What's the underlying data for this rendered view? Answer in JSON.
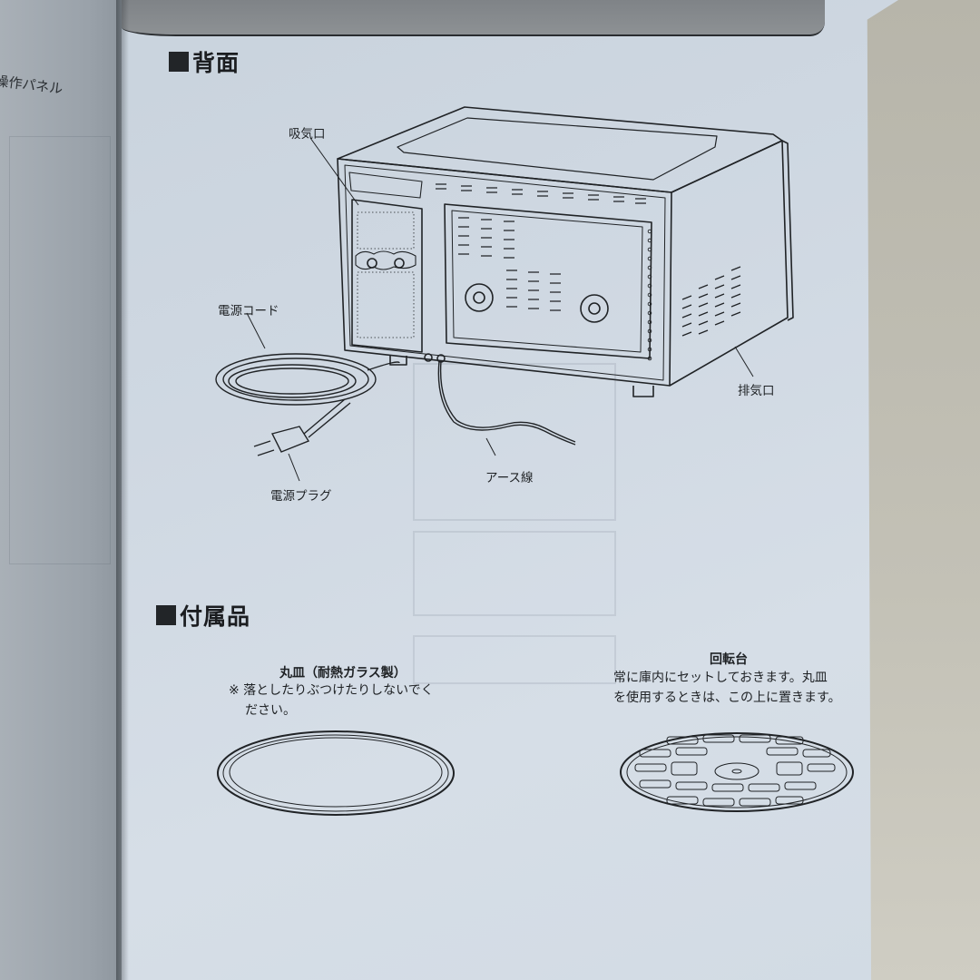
{
  "left_page": {
    "fragment_text": "操作パネル"
  },
  "page": {
    "sections": [
      {
        "title": "背面",
        "icon": "black-square-icon",
        "figure": "microwave-rear-view",
        "callouts": {
          "intake": "吸気口",
          "power_cord": "電源コード",
          "power_plug": "電源プラグ",
          "ground_wire": "アース線",
          "exhaust": "排気口"
        }
      },
      {
        "title": "付属品",
        "icon": "black-square-icon",
        "items": [
          {
            "name": "丸皿（耐熱ガラス製）",
            "note_line1": "※ 落としたりぶつけたりしないでく",
            "note_line2": "ださい。",
            "figure": "round-glass-plate"
          },
          {
            "name": "回転台",
            "desc_line1": "常に庫内にセットしておきます。丸皿",
            "desc_line2": "を使用するときは、この上に置きます。",
            "figure": "turntable-rack"
          }
        ]
      }
    ]
  },
  "colors": {
    "page_bg": "#cfd8e2",
    "ink": "#1d1f22",
    "tab_gray": "#8a8e92",
    "table_surface": "#bdbbb0"
  }
}
